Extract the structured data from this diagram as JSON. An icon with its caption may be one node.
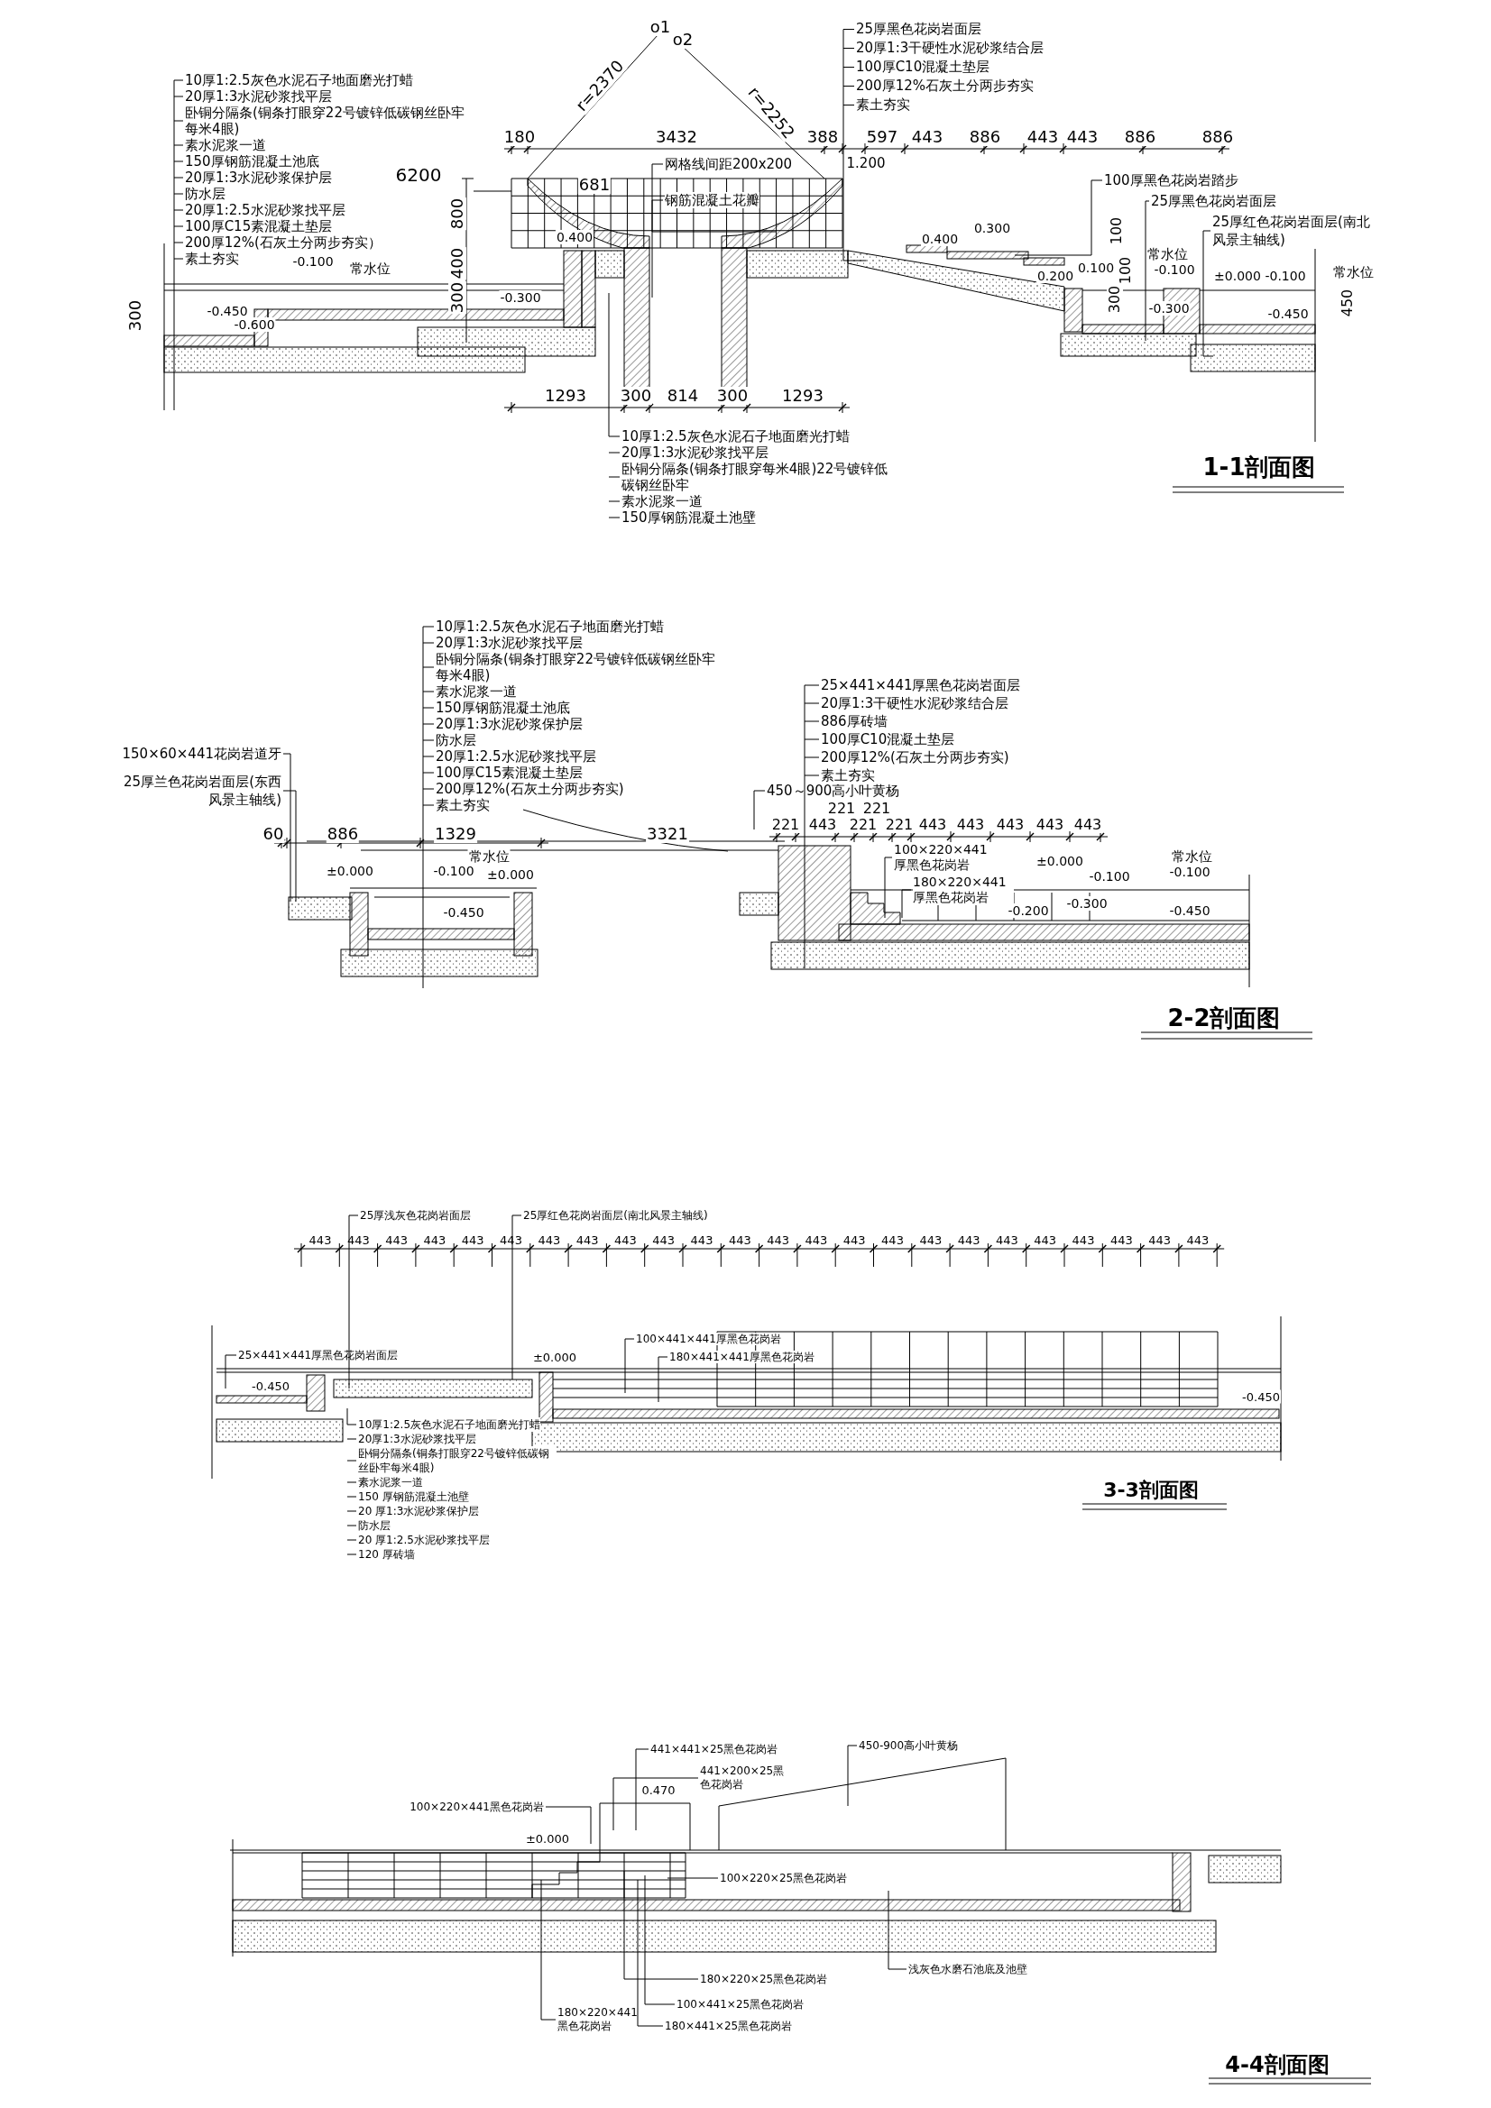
{
  "diagram": {
    "nodes": [
      {
        "text": [
          "10厚1:2.5灰色水泥石子地面磨光打蜡",
          "20厚1:3水泥砂浆找平层",
          "卧铜分隔条(铜条打眼穿22号镀锌低碳钢丝卧牢每米4眼)",
          "素水泥浆一道",
          "150厚钢筋混凝土池底",
          "20厚1:3水泥砂浆保护层",
          "防水层",
          "20厚1:2.5水泥砂浆找平层",
          "100厚C15素混凝土垫层",
          "200厚12%(石灰土分两步夯实）",
          "素土夯实"
        ]
      },
      {
        "text": [
          "25厚黑色花岗岩面层",
          "20厚1:3干硬性水泥砂浆结合层",
          "100厚C10混凝土垫层",
          "200厚12%石灰土分两步夯实",
          "素土夯实"
        ]
      },
      {
        "text": [
          "网格线间距200x200"
        ]
      },
      {
        "text": [
          "钢筋混凝土花瓣"
        ]
      },
      {
        "text": [
          "100厚黑色花岗岩踏步"
        ]
      },
      {
        "text": [
          "25厚黑色花岗岩面层"
        ]
      },
      {
        "text": [
          "25厚红色花岗岩面层(南北风景主轴线)"
        ]
      },
      {
        "text": [
          "10厚1:2.5灰色水泥石子地面磨光打蜡",
          "20厚1:3水泥砂浆找平层",
          "卧铜分隔条(铜条打眼穿每米4眼)22号镀锌低碳钢丝卧牢",
          "素水泥浆一道",
          "150厚钢筋混凝土池壁"
        ]
      },
      {
        "text": [
          "10厚1:2.5灰色水泥石子地面磨光打蜡",
          "20厚1:3水泥砂浆找平层",
          "卧铜分隔条(铜条打眼穿22号镀锌低碳钢丝卧牢每米4眼)",
          "素水泥浆一道",
          "150厚钢筋混凝土池底",
          "20厚1:3水泥砂浆保护层",
          "防水层",
          "20厚1:2.5水泥砂浆找平层",
          "100厚C15素混凝土垫层",
          "200厚12%(石灰土分两步夯实)",
          "素土夯实"
        ]
      },
      {
        "text": [
          "150×60×441花岗岩道牙"
        ]
      },
      {
        "text": [
          "25厚兰色花岗岩面层(东西风景主轴线)"
        ]
      },
      {
        "text": [
          "450～900高小叶黄杨"
        ]
      },
      {
        "text": [
          "25×441×441厚黑色花岗岩面层",
          "20厚1:3干硬性水泥砂浆结合层",
          "886厚砖墙",
          "100厚C10混凝土垫层",
          "200厚12%(石灰土分两步夯实)",
          "素土夯实"
        ]
      },
      {
        "text": [
          "100×220×441厚黑色花岗岩"
        ]
      },
      {
        "text": [
          "180×220×441厚黑色花岗岩"
        ]
      },
      {
        "text": [
          "25厚浅灰色花岗岩面层"
        ]
      },
      {
        "text": [
          "25厚红色花岗岩面层(南北风景主轴线)"
        ]
      },
      {
        "text": [
          "25×441×441厚黑色花岗岩面层"
        ]
      },
      {
        "text": [
          "100×441×441厚黑色花岗岩"
        ]
      },
      {
        "text": [
          "180×441×441厚黑色花岗岩"
        ]
      },
      {
        "text": [
          "10厚1:2.5灰色水泥石子地面磨光打蜡",
          "20厚1:3水泥砂浆找平层",
          "卧铜分隔条(铜条打眼穿22号镀锌低碳钢丝卧牢每米4眼)",
          "素水泥浆一道",
          "150 厚钢筋混凝土池壁",
          "20 厚1:3水泥砂浆保护层",
          "防水层",
          "20 厚1:2.5水泥砂浆找平层",
          "120 厚砖墙"
        ]
      },
      {
        "text": [
          "441×441×25黑色花岗岩"
        ]
      },
      {
        "text": [
          "441×200×25黑色花岗岩"
        ]
      },
      {
        "text": [
          "100×220×441黑色花岗岩"
        ]
      },
      {
        "text": [
          "450-900高小叶黄杨"
        ]
      },
      {
        "text": [
          "100×220×25黑色花岗岩"
        ]
      },
      {
        "text": [
          "浅灰色水磨石池底及池壁"
        ]
      },
      {
        "text": [
          "180×220×25黑色花岗岩"
        ]
      },
      {
        "text": [
          "100×441×25黑色花岗岩"
        ]
      },
      {
        "text": [
          "180×220×441黑色花岗岩"
        ]
      },
      {
        "text": [
          "180×441×25黑色花岗岩"
        ]
      }
    ],
    "edges": [
      {
        "from": 0,
        "to": null,
        "arrow": "none"
      },
      {
        "from": 1,
        "to": null,
        "arrow": "none"
      },
      {
        "from": 2,
        "to": null,
        "arrow": "none"
      },
      {
        "from": 3,
        "to": null,
        "arrow": "none"
      },
      {
        "from": 4,
        "to": null,
        "arrow": "none"
      },
      {
        "from": 5,
        "to": null,
        "arrow": "none"
      },
      {
        "from": 6,
        "to": null,
        "arrow": "none"
      },
      {
        "from": 7,
        "to": null,
        "arrow": "none"
      },
      {
        "from": 8,
        "to": null,
        "arrow": "none"
      },
      {
        "from": 9,
        "to": null,
        "arrow": "none"
      },
      {
        "from": 10,
        "to": null,
        "arrow": "none"
      },
      {
        "from": 11,
        "to": null,
        "arrow": "none"
      },
      {
        "from": 12,
        "to": null,
        "arrow": "none"
      },
      {
        "from": 13,
        "to": null,
        "arrow": "none"
      },
      {
        "from": 14,
        "to": null,
        "arrow": "none"
      },
      {
        "from": 15,
        "to": null,
        "arrow": "none"
      },
      {
        "from": 16,
        "to": null,
        "arrow": "none"
      },
      {
        "from": 17,
        "to": null,
        "arrow": "none"
      },
      {
        "from": 18,
        "to": null,
        "arrow": "none"
      },
      {
        "from": 19,
        "to": null,
        "arrow": "none"
      },
      {
        "from": 20,
        "to": null,
        "arrow": "none"
      },
      {
        "from": 21,
        "to": null,
        "arrow": "none"
      },
      {
        "from": 22,
        "to": null,
        "arrow": "none"
      },
      {
        "from": 23,
        "to": null,
        "arrow": "none"
      },
      {
        "from": 24,
        "to": null,
        "arrow": "none"
      },
      {
        "from": 25,
        "to": null,
        "arrow": "none"
      },
      {
        "from": 26,
        "to": null,
        "arrow": "none"
      },
      {
        "from": 27,
        "to": null,
        "arrow": "none"
      },
      {
        "from": 28,
        "to": null,
        "arrow": "none"
      },
      {
        "from": 29,
        "to": null,
        "arrow": "none"
      },
      {
        "from": 30,
        "to": null,
        "arrow": "none"
      }
    ],
    "labels": [
      "o1",
      "o2",
      "r=2370",
      "r=2252",
      "180",
      "3432",
      "388",
      "597",
      "443",
      "886",
      "443",
      "443",
      "886",
      "886",
      "6200",
      "681",
      "1.200",
      "800",
      "400",
      "300",
      "300",
      "0.400",
      "-0.100",
      "常水位",
      "-0.450",
      "-0.600",
      "-0.300",
      "0.400",
      "0.300",
      "0.200",
      "0.100",
      "100",
      "100",
      "300",
      "常水位",
      "-0.100",
      "-0.300",
      "±0.000",
      "-0.100",
      "常水位",
      "-0.450",
      "450",
      "1293",
      "300",
      "814",
      "300",
      "1293",
      "1-1剖面图",
      "60",
      "886",
      "1329",
      "3321",
      "±0.000",
      "-0.100",
      "常水位",
      "±0.000",
      "-0.450",
      "221",
      "443",
      "221",
      "221",
      "221",
      "221",
      "443",
      "443",
      "443",
      "443",
      "443",
      "±0.000",
      "-0.100",
      "-0.200",
      "-0.300",
      "常水位",
      "-0.100",
      "-0.450",
      "2-2剖面图",
      "443",
      "443",
      "443",
      "443",
      "443",
      "443",
      "443",
      "443",
      "443",
      "443",
      "443",
      "443",
      "443",
      "443",
      "443",
      "443",
      "443",
      "443",
      "443",
      "443",
      "443",
      "443",
      "443",
      "443",
      "±0.000",
      "-0.450",
      "-0.450",
      "3-3剖面图",
      "0.470",
      "±0.000",
      "4-4剖面图"
    ]
  }
}
